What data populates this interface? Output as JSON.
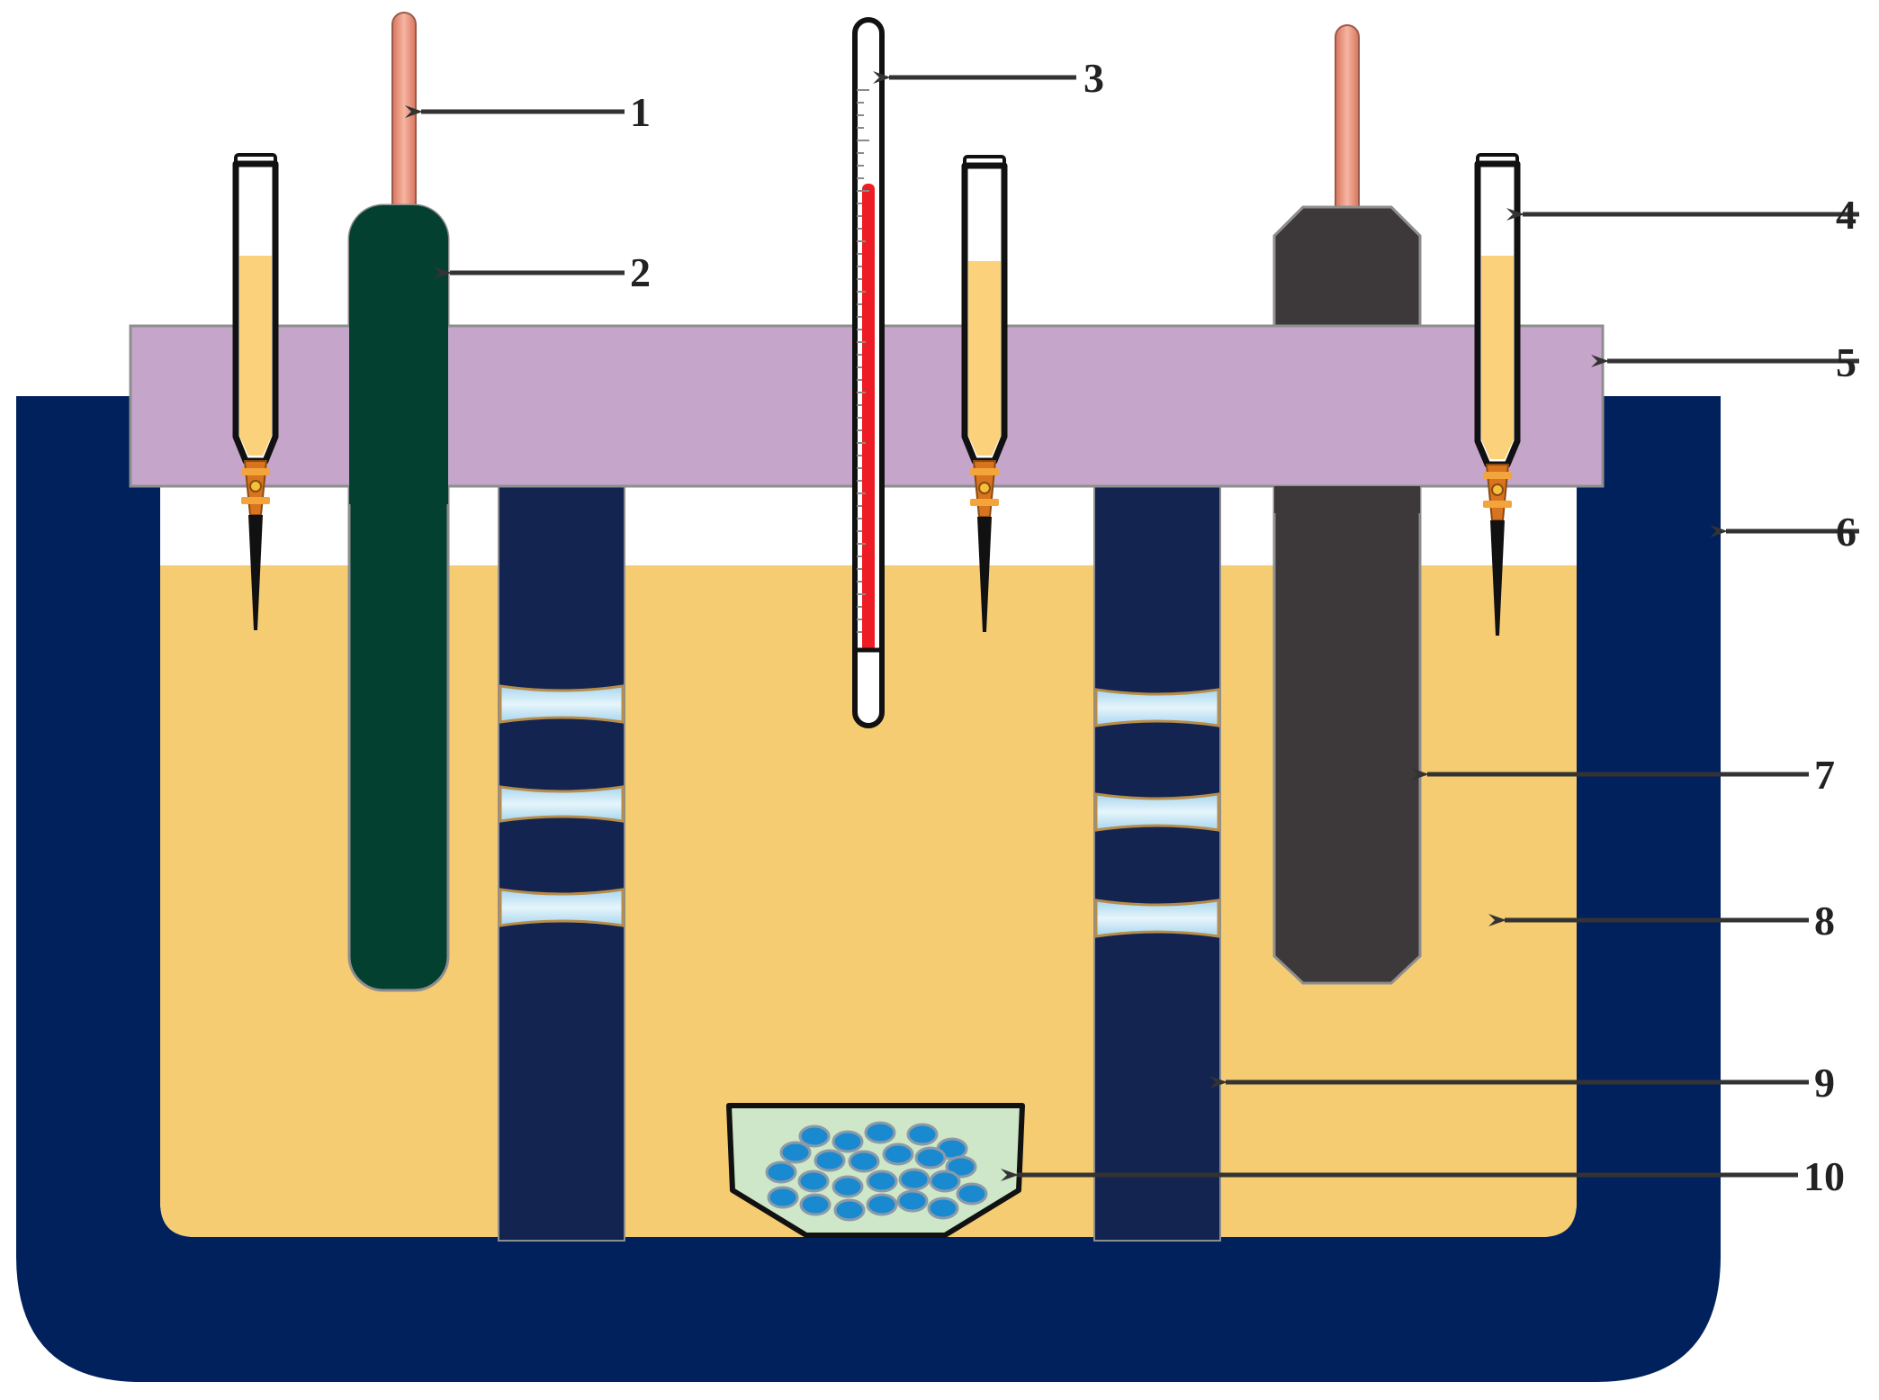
{
  "callouts": [
    {
      "id": "1",
      "label": "1"
    },
    {
      "id": "2",
      "label": "2"
    },
    {
      "id": "3",
      "label": "3"
    },
    {
      "id": "4",
      "label": "4"
    },
    {
      "id": "5",
      "label": "5"
    },
    {
      "id": "6",
      "label": "6"
    },
    {
      "id": "7",
      "label": "7"
    },
    {
      "id": "8",
      "label": "8"
    },
    {
      "id": "9",
      "label": "9"
    },
    {
      "id": "10",
      "label": "10"
    }
  ],
  "colors": {
    "outer_vessel": "#00215c",
    "electrolyte": "#f5cc72",
    "lid": "#c6a5ca",
    "anode": "#044030",
    "cathode": "#3d3839",
    "terminal": "#e8937c",
    "separator_column": "#132450",
    "window": "#c6e6f4",
    "thermometer_fluid": "#ee1c24",
    "burette_liquid": "#fbd27b",
    "stopcock": "#d8741d",
    "basket": "#cde7c8",
    "pellets": "#1a8ad0",
    "arrow": "#333333"
  }
}
